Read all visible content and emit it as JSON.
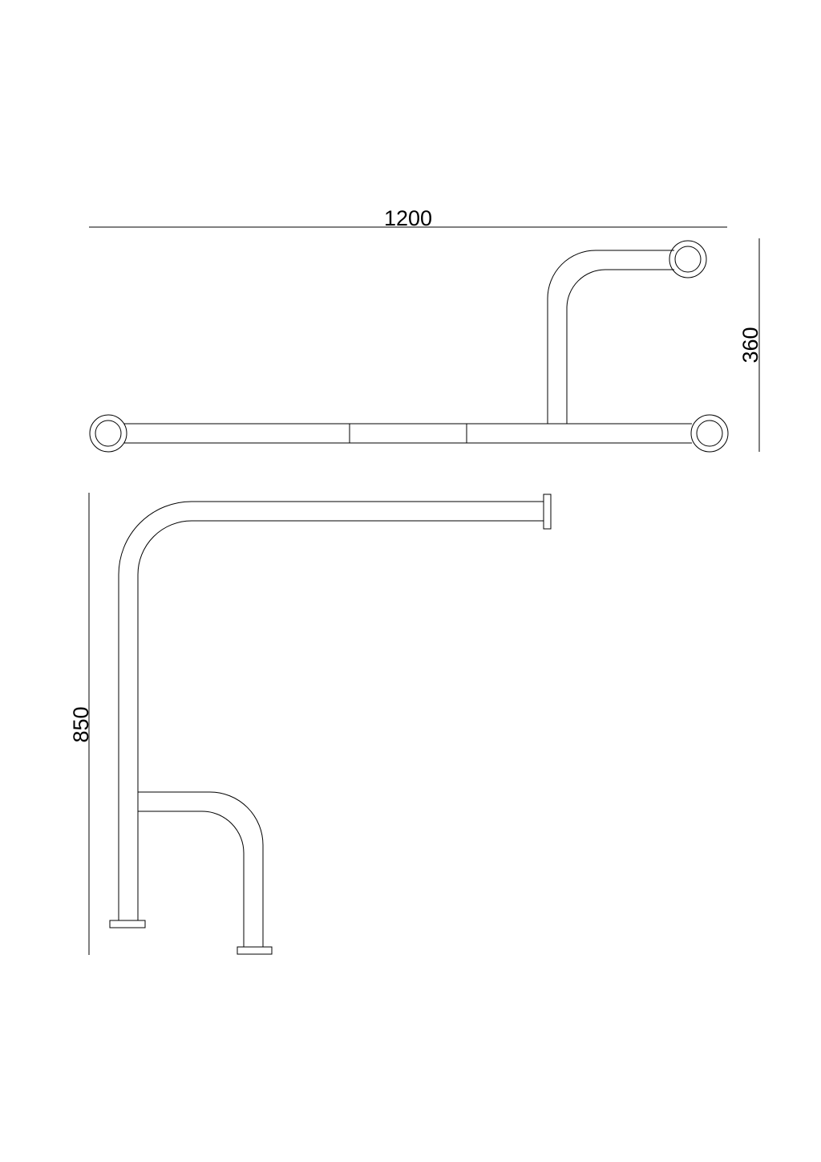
{
  "dimensions": {
    "width_label": "1200",
    "top_view_height_label": "360",
    "side_view_height_label": "850"
  },
  "colors": {
    "line": "#000000",
    "background": "#ffffff"
  }
}
